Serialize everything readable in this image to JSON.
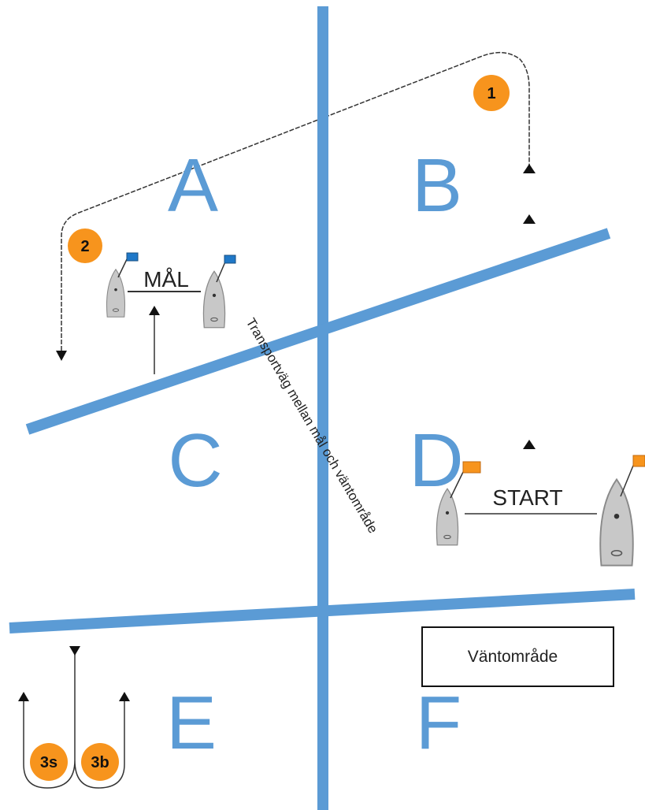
{
  "zones": {
    "a": "A",
    "b": "B",
    "c": "C",
    "d": "D",
    "e": "E",
    "f": "F"
  },
  "labels": {
    "finish": "MÅL",
    "start": "START",
    "transport_route": "Transportväg mellan mål och väntområde",
    "waiting_area": "Väntområde"
  },
  "marks": {
    "mark_1": "1",
    "mark_2": "2",
    "mark_3s": "3s",
    "mark_3b": "3b"
  },
  "colors": {
    "zone_divider": "#5b9bd5",
    "zone_letter": "#5b9bd5",
    "mark_fill": "#f7941d",
    "boat_fill": "#c8c8c8",
    "finish_flag": "#1f78c8",
    "start_flag": "#f7941d"
  },
  "icons": {
    "boat": "sailboat-hull-icon",
    "flag": "flag-icon",
    "arrow": "arrowhead-icon"
  }
}
